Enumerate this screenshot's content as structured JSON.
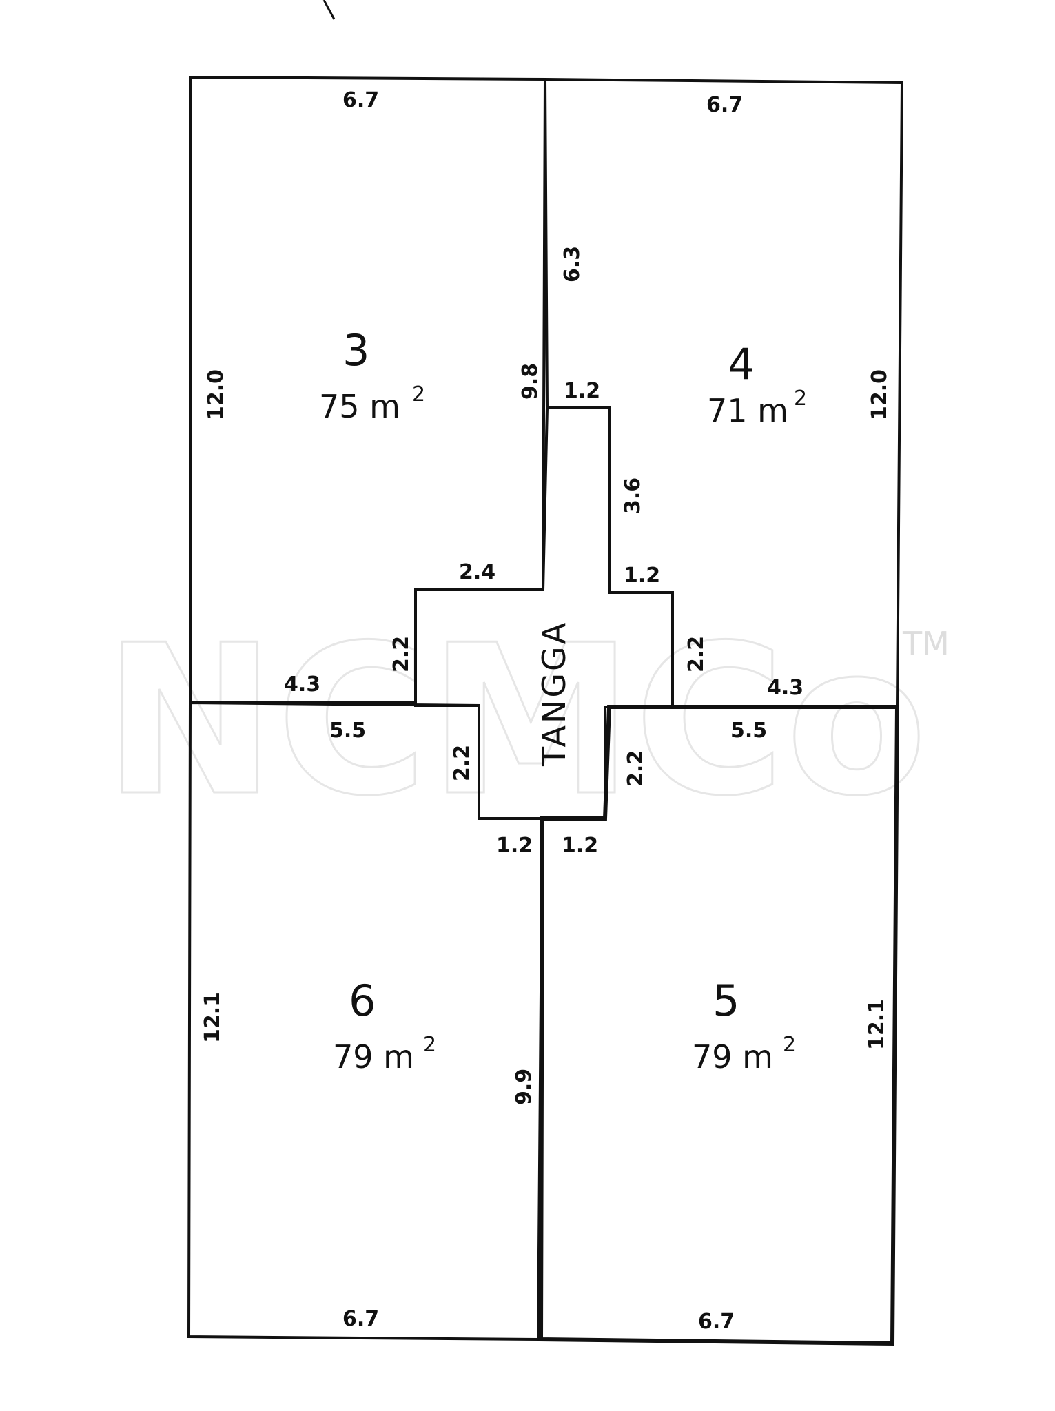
{
  "watermark": {
    "text": "NCMCo",
    "tm": "TM"
  },
  "stair": {
    "label": "TANGGA"
  },
  "rooms": [
    {
      "number": "3",
      "area": "75 m",
      "area_sup": "2"
    },
    {
      "number": "4",
      "area": "71 m",
      "area_sup": "2"
    },
    {
      "number": "5",
      "area": "79 m",
      "area_sup": "2"
    },
    {
      "number": "6",
      "area": "79 m",
      "area_sup": "2"
    }
  ],
  "dimensions": {
    "room3": {
      "top": "6.7",
      "left": "12.0",
      "right": "9.8",
      "bottom_left": "4.3",
      "step_top": "2.4",
      "step_side": "2.2"
    },
    "room4": {
      "top": "6.7",
      "left_upper": "6.3",
      "right": "12.0",
      "stair_top": "1.2",
      "stair_side": "3.6",
      "step_top": "1.2",
      "step_side": "2.2",
      "bottom_right": "4.3"
    },
    "room5": {
      "top_right": "5.5",
      "step_side": "2.2",
      "stair_bottom": "1.2",
      "right": "12.1",
      "bottom": "6.7"
    },
    "room6": {
      "top_left": "5.5",
      "step_side": "2.2",
      "stair_bottom": "1.2",
      "left": "12.1",
      "right": "9.9",
      "bottom": "6.7"
    }
  }
}
